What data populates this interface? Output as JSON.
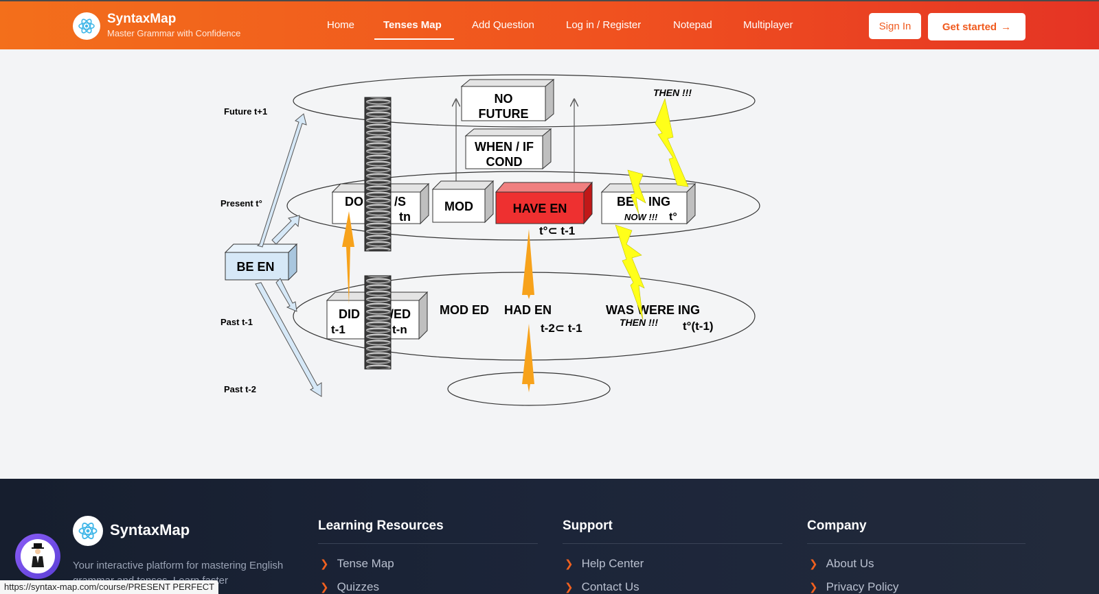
{
  "header": {
    "brand": "SyntaxMap",
    "tagline": "Master Grammar with Confidence",
    "nav": [
      "Home",
      "Tenses Map",
      "Add Question",
      "Log in / Register",
      "Notepad",
      "Multiplayer"
    ],
    "active_nav": "Tenses Map",
    "sign_in": "Sign In",
    "get_started": "Get started",
    "accent_color": "#f05a1e"
  },
  "diagram": {
    "levels": {
      "future": "Future t+1",
      "present": "Present t°",
      "past1": "Past t-1",
      "past2": "Past t-2"
    },
    "boxes": {
      "be_en": "BE  EN",
      "no_future_1": "NO",
      "no_future_2": "FUTURE",
      "when_if_1": "WHEN / IF",
      "when_if_2": "COND",
      "do": "DO",
      "s": "/S",
      "tn": "tn",
      "mod": "MOD",
      "have_en": "HAVE  EN",
      "be": "BE",
      "ing": "ING",
      "now": "NOW !!!",
      "t0": "t°",
      "did": "DID",
      "t_minus_1": "t-1",
      "ed": "/ED",
      "t_n": "t-n"
    },
    "labels": {
      "then_top": "THEN !!!",
      "have_en_time": "t°⊂ t-1",
      "mod_ed": "MOD ED",
      "had_en": "HAD  EN",
      "had_time": "t-2⊂ t-1",
      "was_were_ing": "WAS  WERE  ING",
      "then_bottom": "THEN !!!",
      "past_cont_time": "t°(t-1)"
    },
    "colors": {
      "have_en_box": "#ee3030",
      "be_en_box": "#d6e8f7",
      "lightning": "#ffff1a",
      "orange_arrow": "#f7a21b"
    }
  },
  "footer": {
    "brand": "SyntaxMap",
    "description": "Your interactive platform for mastering English grammar and tenses. Learn faster",
    "columns": [
      {
        "title": "Learning Resources",
        "links": [
          "Tense Map",
          "Quizzes"
        ]
      },
      {
        "title": "Support",
        "links": [
          "Help Center",
          "Contact Us"
        ]
      },
      {
        "title": "Company",
        "links": [
          "About Us",
          "Privacy Policy"
        ]
      }
    ]
  },
  "status_url": "https://syntax-map.com/course/PRESENT PERFECT"
}
